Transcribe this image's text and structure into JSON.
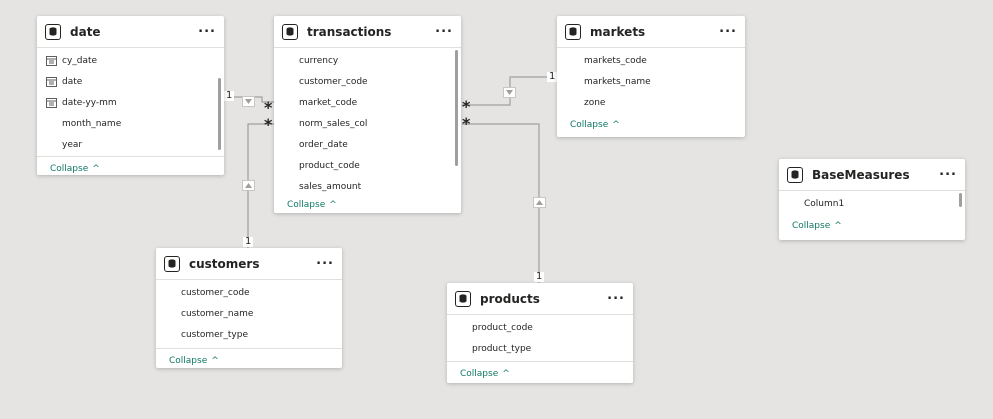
{
  "tables": {
    "date": {
      "title": "date",
      "fields": [
        "cy_date",
        "date",
        "date-yy-mm",
        "month_name",
        "year"
      ],
      "collapse": "Collapse"
    },
    "transactions": {
      "title": "transactions",
      "fields": [
        "currency",
        "customer_code",
        "market_code",
        "norm_sales_col",
        "order_date",
        "product_code",
        "sales_amount"
      ],
      "collapse": "Collapse"
    },
    "markets": {
      "title": "markets",
      "fields": [
        "markets_code",
        "markets_name",
        "zone"
      ],
      "collapse": "Collapse"
    },
    "customers": {
      "title": "customers",
      "fields": [
        "customer_code",
        "customer_name",
        "customer_type"
      ],
      "collapse": "Collapse"
    },
    "products": {
      "title": "products",
      "fields": [
        "product_code",
        "product_type"
      ],
      "collapse": "Collapse"
    },
    "basemeasures": {
      "title": "BaseMeasures",
      "fields": [
        "Column1"
      ],
      "collapse": "Collapse"
    }
  },
  "more_label": "...",
  "relationships": {
    "one": "1",
    "many": "*"
  },
  "colors": {
    "canvas": "#e5e4e2",
    "collapse_link": "#117865",
    "line": "#a19f9d"
  }
}
